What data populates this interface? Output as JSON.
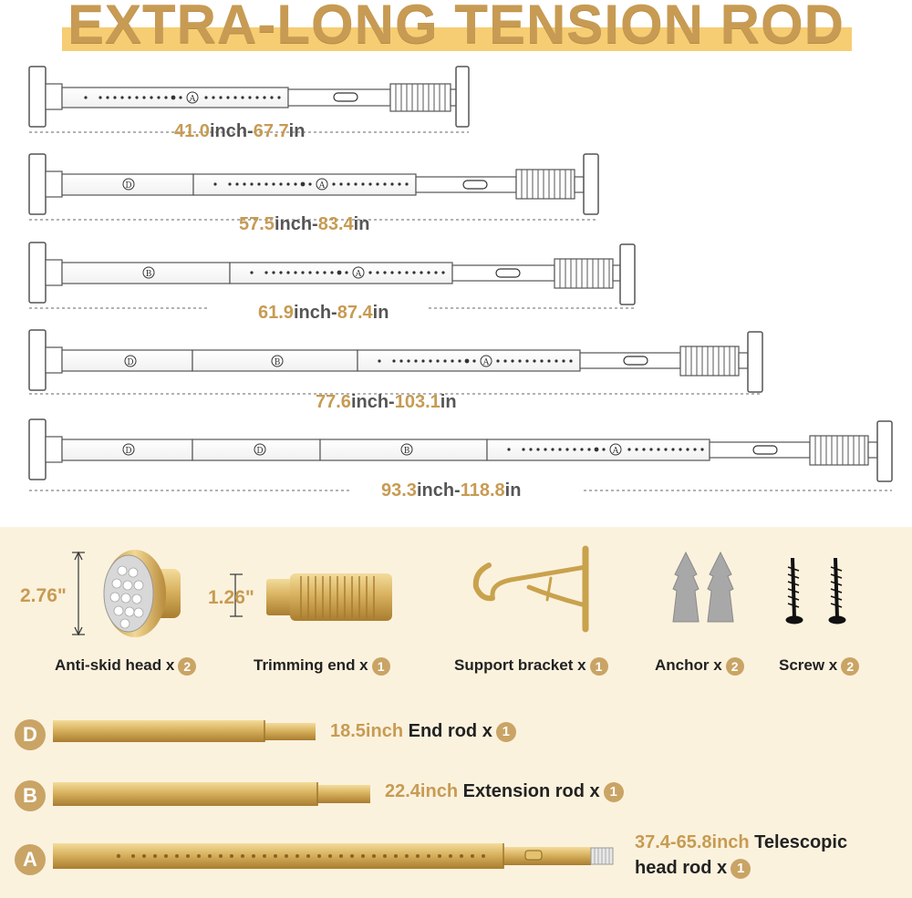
{
  "title": "EXTRA-LONG TENSION ROD",
  "rods": [
    {
      "segments": [],
      "min": "41.0",
      "max": "67.7",
      "inch": "inch-",
      "in": "in"
    },
    {
      "segments": [
        "D"
      ],
      "min": "57.5",
      "max": "83.4",
      "inch": "inch-",
      "in": "in"
    },
    {
      "segments": [
        "B"
      ],
      "min": "61.9",
      "max": "87.4",
      "inch": "inch-",
      "in": "in"
    },
    {
      "segments": [
        "D",
        "B"
      ],
      "min": "77.6",
      "max": "103.1",
      "inch": "inch-",
      "in": "in"
    },
    {
      "segments": [
        "D",
        "D",
        "B"
      ],
      "min": "93.3",
      "max": "118.8",
      "inch": "inch-",
      "in": "in"
    }
  ],
  "head_letter": "A",
  "parts": [
    {
      "label": "Anti-skid head x",
      "qty": "2"
    },
    {
      "label": "Trimming end x",
      "qty": "1"
    },
    {
      "label": "Support bracket x",
      "qty": "1"
    },
    {
      "label": "Anchor x",
      "qty": "2"
    },
    {
      "label": "Screw x",
      "qty": "2"
    }
  ],
  "dims": {
    "head": "2.76\"",
    "trim": "1.26\""
  },
  "rod_parts": [
    {
      "letter": "D",
      "size": "18.5inch",
      "name": " End rod x",
      "qty": "1"
    },
    {
      "letter": "B",
      "size": "22.4inch",
      "name": " Extension rod x",
      "qty": "1"
    },
    {
      "letter": "A",
      "size": "37.4-65.8inch",
      "name": " Telescopic",
      "name2": "head rod x",
      "qty": "1"
    }
  ],
  "colors": {
    "gold": "#c79b53",
    "band": "#f6cd73",
    "panel": "#fbf2de",
    "badge": "#c9a465"
  }
}
